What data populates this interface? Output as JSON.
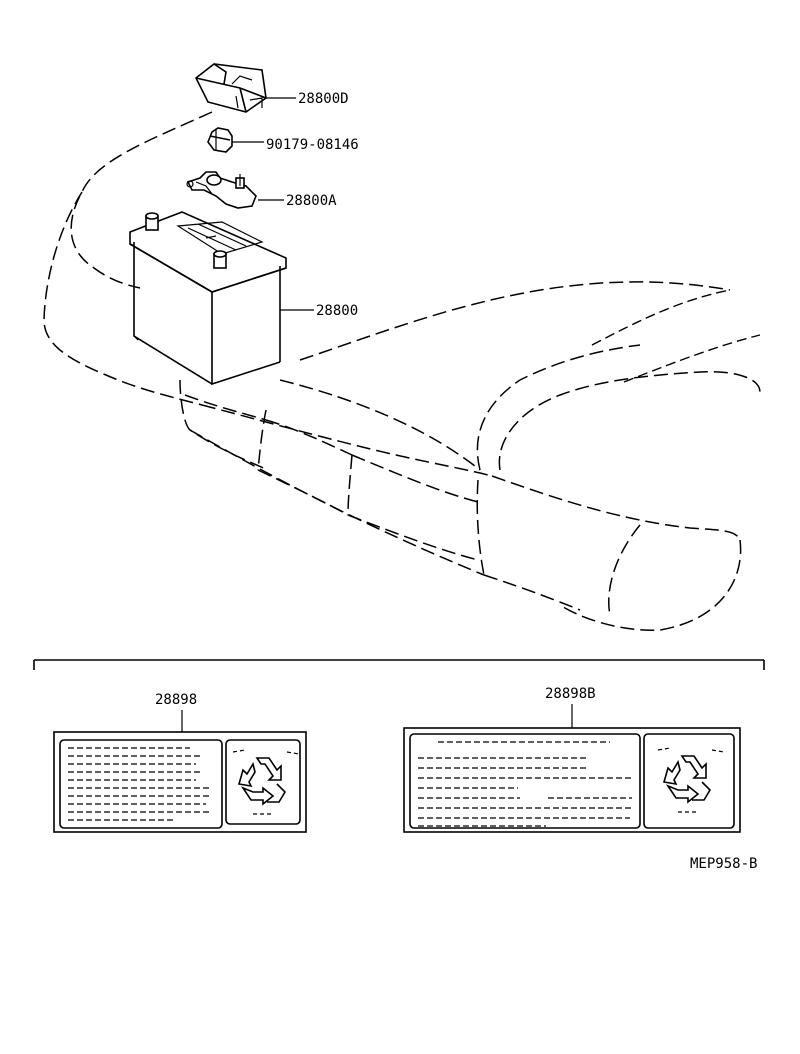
{
  "callouts": {
    "bracket_cover": "28800D",
    "nut": "90179-08146",
    "terminal": "28800A",
    "battery": "28800",
    "label_left": "28898",
    "label_right": "28898B"
  },
  "figure_code": "MEP958-B"
}
